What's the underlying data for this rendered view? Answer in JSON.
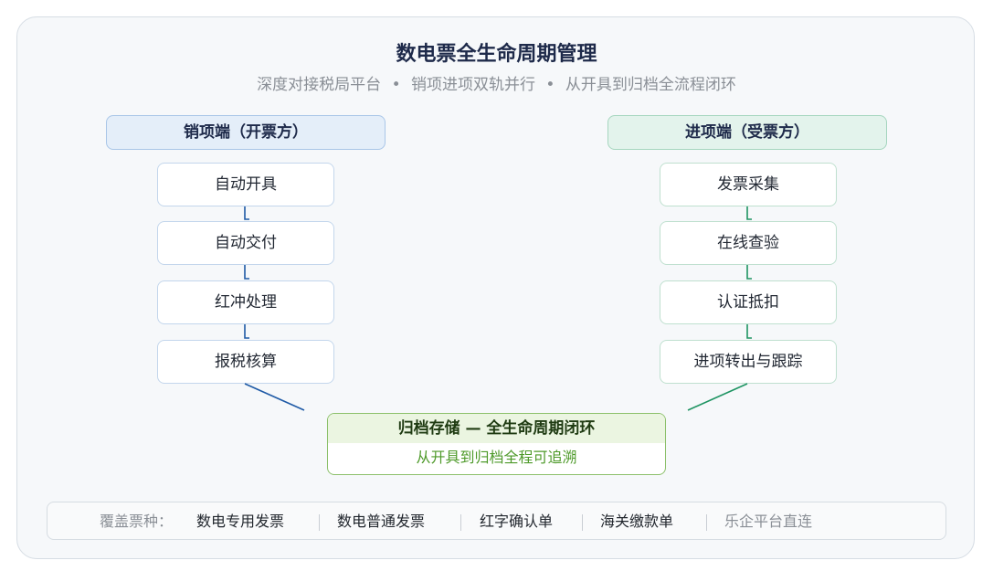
{
  "title": "数电票全生命周期管理",
  "subtitle": {
    "part1": "深度对接税局平台",
    "part2": "销项进项双轨并行",
    "part3": "从开具到归档全流程闭环",
    "separator": "•"
  },
  "left_column": {
    "header": "销项端（开票方）",
    "steps": [
      "自动开具",
      "自动交付",
      "红冲处理",
      "报税核算"
    ]
  },
  "right_column": {
    "header": "进项端（受票方）",
    "steps": [
      "发票采集",
      "在线查验",
      "认证抵扣",
      "进项转出与跟踪"
    ]
  },
  "archive": {
    "title": "归档存储 — 全生命周期闭环",
    "subtitle": "从开具到归档全程可追溯"
  },
  "coverage": {
    "label": "覆盖票种：",
    "items": [
      "数电专用发票",
      "数电普通发票",
      "红字确认单",
      "海关缴款单",
      "乐企平台直连"
    ]
  },
  "colors": {
    "left_accent": "#1f5aa6",
    "right_accent": "#1e9462",
    "archive_accent": "#8cc06b"
  }
}
